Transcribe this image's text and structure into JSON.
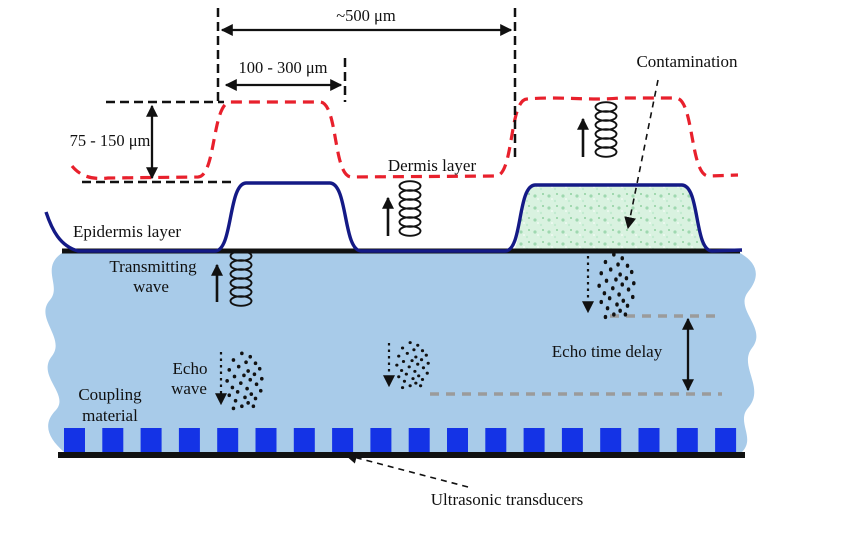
{
  "labels": {
    "dim_500": "~500 μm",
    "dim_100_300": "100 - 300 μm",
    "dim_75_150": "75 - 150 μm",
    "contamination": "Contamination",
    "dermis_layer": "Dermis layer",
    "epidermis_layer": "Epidermis layer",
    "transmitting_wave_line1": "Transmitting",
    "transmitting_wave_line2": "wave",
    "echo_wave_line1": "Echo",
    "echo_wave_line2": "wave",
    "coupling_material_line1": "Coupling",
    "coupling_material_line2": "material",
    "echo_time_delay": "Echo time delay",
    "ultrasonic_transducers": "Ultrasonic transducers"
  },
  "colors": {
    "ink": "#111111",
    "dermis_red": "#e8202c",
    "epidermis_curve_blue": "#141a86",
    "epidermis_label_blue": "#1d24b8",
    "coupling_blue": "#a8cbe9",
    "transducer_blue": "#1433e6",
    "contamination_green": "#d9f2e0",
    "delay_gray": "#9b9b9b"
  },
  "icons": {
    "transmit_wave": "coil-spring-icon",
    "echo_wave": "dot-scatter-icon",
    "dimension_arrow": "double-headed-arrow-icon"
  },
  "transducers": {
    "count": 18
  }
}
